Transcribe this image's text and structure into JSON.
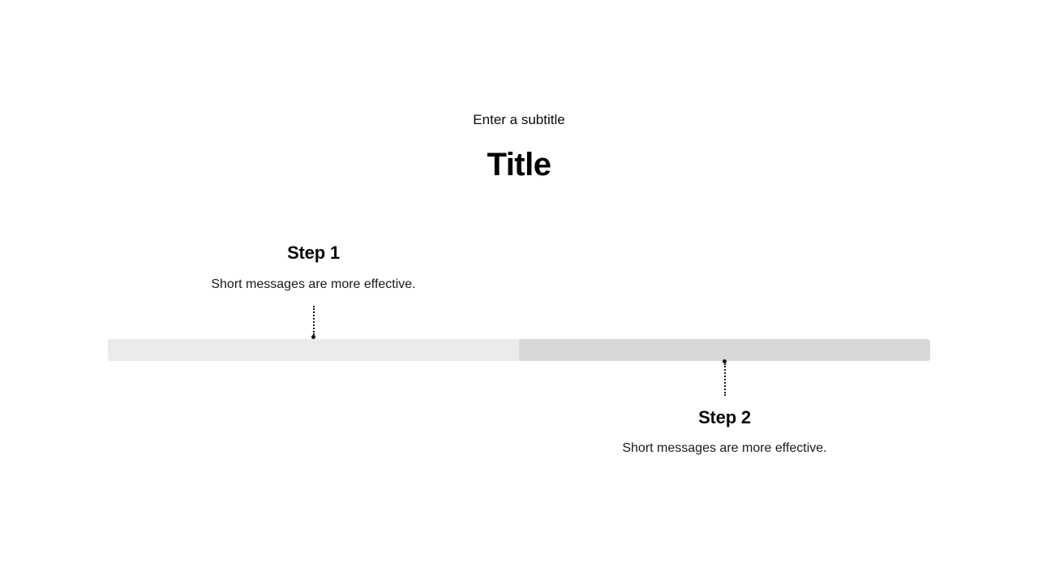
{
  "slide": {
    "subtitle": "Enter a subtitle",
    "title": "Title",
    "steps": [
      {
        "heading": "Step 1",
        "body": "Short messages are more effective."
      },
      {
        "heading": "Step 2",
        "body": "Short messages are more effective."
      }
    ],
    "colors": {
      "background": "#ffffff",
      "text": "#0a0a0a",
      "segment_1": "#ebebeb",
      "segment_2": "#d8d8d8",
      "connector": "#161616"
    }
  }
}
